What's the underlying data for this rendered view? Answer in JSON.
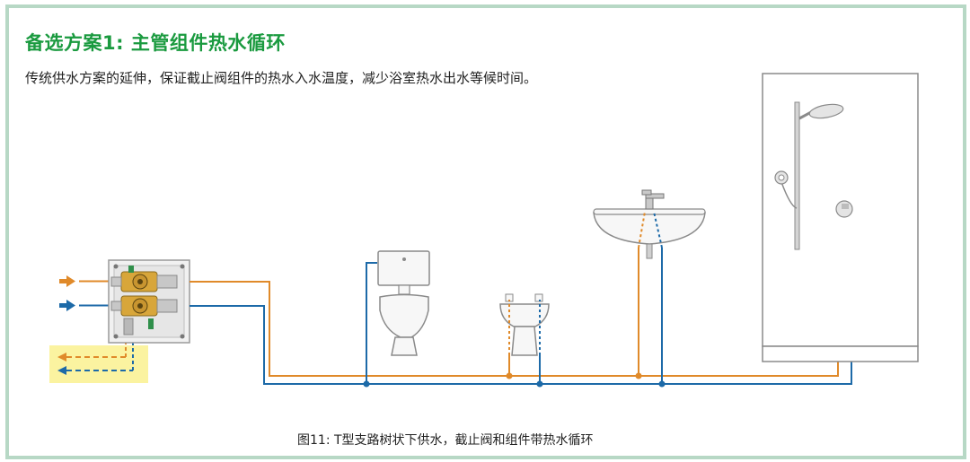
{
  "title": "备选方案1: 主管组件热水循环",
  "subtitle": "传统供水方案的延伸，保证截止阀组件的热水入水温度，减少浴室热水出水等候时间。",
  "caption": "图11:  T型支路树状下供水，截止阀和组件带热水循环",
  "colors": {
    "frame": "#b7d8c5",
    "title": "#1a9a3f",
    "hot_pipe": "#e08a2a",
    "cold_pipe": "#1d6aa8",
    "highlight": "#fbf3a0"
  },
  "components": [
    "manifold-box",
    "toilet",
    "bidet",
    "washbasin",
    "shower"
  ]
}
